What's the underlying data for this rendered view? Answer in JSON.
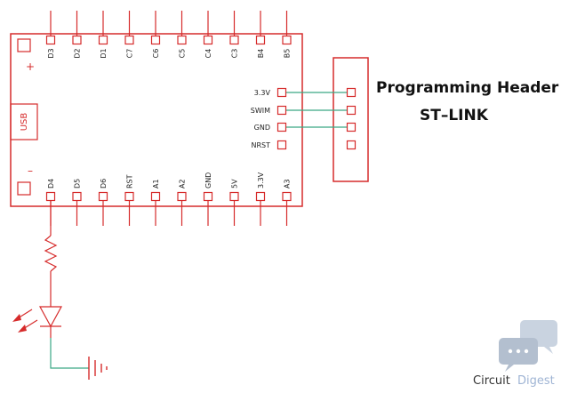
{
  "diagram": {
    "board_top_pins": [
      "D3",
      "D2",
      "D1",
      "C7",
      "C6",
      "C5",
      "C4",
      "C3",
      "B4",
      "B5"
    ],
    "board_bottom_pins": [
      "D4",
      "D5",
      "D6",
      "RST",
      "A1",
      "A2",
      "GND",
      "5V",
      "3.3V",
      "A3"
    ],
    "header_pins": [
      "3.3V",
      "SWIM",
      "GND",
      "NRST"
    ],
    "usb_label": "USB",
    "plus_sign": "+",
    "minus_sign": "–",
    "header_title_line1": "Programming Header",
    "header_title_line2": "ST–LINK",
    "watermark_circuit": "Circuit",
    "watermark_digest": "Digest"
  },
  "colors": {
    "board": "#d62b2b",
    "wire": "#3aa885",
    "watermark_circuit": "#333333",
    "watermark_digest": "#9fb4d4"
  }
}
